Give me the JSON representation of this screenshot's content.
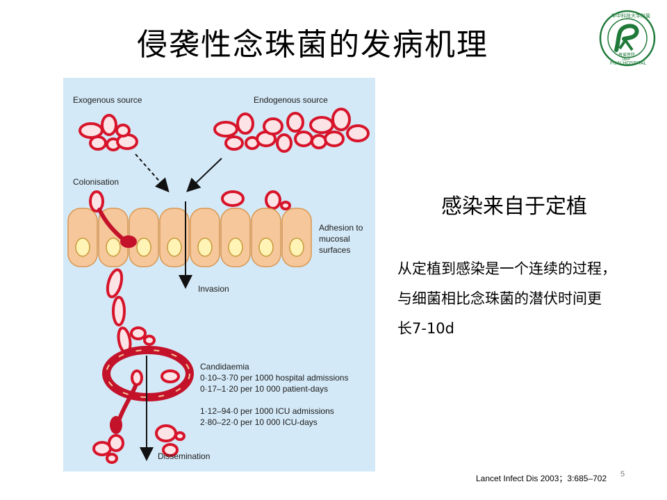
{
  "slide": {
    "title": "侵袭性念珠菌的发病机理",
    "subtitle": "感染来自于定植",
    "body_lines": [
      "从定植到感染是一个连续的过程，",
      "与细菌相比念珠菌的潜伏时间更",
      "长7-10d"
    ],
    "citation": "Lancet Infect Dis 2003；3:685–702",
    "page_number": "5"
  },
  "logo": {
    "letter": "P",
    "year": "1864",
    "text_top": "华中科技大学附属",
    "text_bottom": "PUAI HOSPITAL",
    "text_center": "普爱医院",
    "color": "#1f7a3a"
  },
  "figure": {
    "labels": {
      "exogenous": "Exogenous source",
      "endogenous": "Endogenous source",
      "colonisation": "Colonisation",
      "adhesion": [
        "Adhesion to",
        "mucosal",
        "surfaces"
      ],
      "invasion": "Invasion",
      "candidaemia": "Candidaemia",
      "stats": [
        "0·10–3·70 per 1000 hospital admissions",
        "0·17–1·20 per 10 000 patient-days",
        "1·12–94·0 per 1000 ICU admissions",
        "2·80–22·0 per 10 000 ICU-days"
      ],
      "dissemination": "Dissemination"
    },
    "colors": {
      "background": "#d4e9f7",
      "cell_fill": "#f5c79b",
      "nucleus": "#fff3b5",
      "yeast_ring": "#d7142a",
      "yeast_fill": "#fbe3e6",
      "vessel": "#c4122a"
    }
  }
}
